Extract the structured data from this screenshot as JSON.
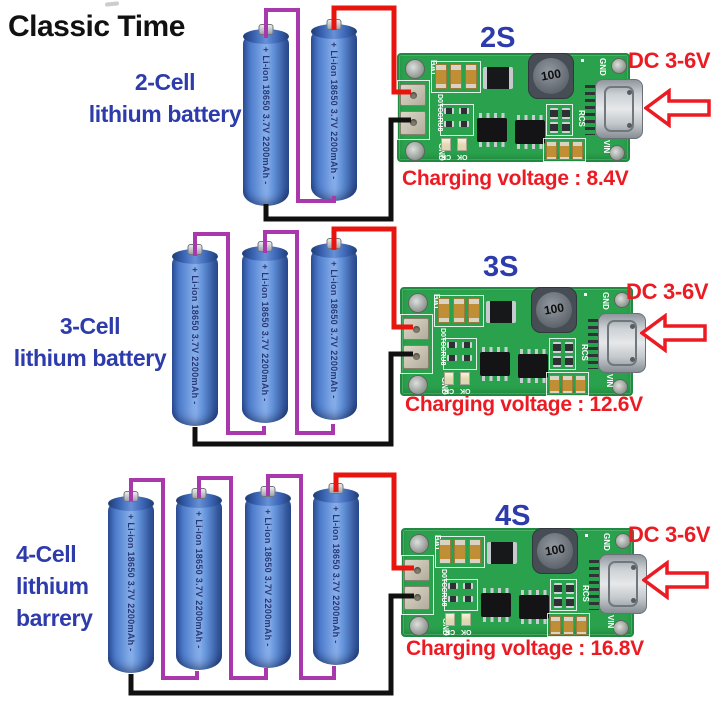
{
  "title": "Classic Time",
  "battery_label": "+ Li-ion 18650 3.7V 2200mAh -",
  "pcb": {
    "bat": "BAT",
    "part_code": "D0TCCRU8",
    "gnd": "GND",
    "rcs": "RCS",
    "vin": "VIN",
    "ok": "OK",
    "cr": "CR",
    "inductor_value": "100"
  },
  "sections": [
    {
      "cells": 2,
      "label_lines": [
        "2-Cell",
        "lithium battery",
        ""
      ],
      "module_tag": "2S",
      "dc_input": "DC 3-6V",
      "charging": "Charging voltage : 8.4V"
    },
    {
      "cells": 3,
      "label_lines": [
        "3-Cell",
        "lithium battery",
        ""
      ],
      "module_tag": "3S",
      "dc_input": "DC 3-6V",
      "charging": "Charging voltage : 12.6V"
    },
    {
      "cells": 4,
      "label_lines": [
        "4-Cell",
        "lithium",
        "barrery"
      ],
      "module_tag": "4S",
      "dc_input": "DC 3-6V",
      "charging": "Charging voltage : 16.8V"
    }
  ],
  "colors": {
    "background": "#ffffff",
    "title_black": "#111111",
    "label_blue": "#2d3bab",
    "accent_red": "#ec1b23",
    "wire_purple": "#a838ab",
    "wire_red": "#e8150f",
    "wire_black": "#101010",
    "pcb_green": "#2aa24d",
    "battery_blue": "#5483d2",
    "usb_silver": "#c8ccd0",
    "pad_metal": "#cbc5b6"
  }
}
